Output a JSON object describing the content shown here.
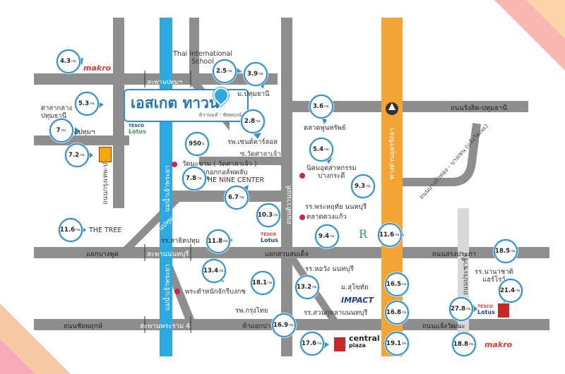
{
  "colors": {
    "road": "#8e8e8e",
    "river": "#2ea8e0",
    "expressway": "#f4a536",
    "pin_border": "#2e8fd0",
    "poi": "#d81b60",
    "accent_red": "#e53935"
  },
  "logo": {
    "title": "เอสเกต ทาวน์",
    "subtitle": "ติวานนท์ - ชัยพฤกษ์"
  },
  "roads": {
    "bridge_pathum": "สะพานปทุมฯ",
    "nonthaburi_pathum": "ถนนรังสิต-ปทุมธานี",
    "krungthep_pathum": "ถนนกรุงเทพ-ปทุม",
    "tiwanon": "ถนนติวานนท์",
    "chaengwattana_exp": "ทางด่วนอุดรรัถยา",
    "bangbuathong_bangkhen": "ถนนบางบัวทอง - บางเขน (แจ้งวัฒนะ)",
    "soi_wat_sala": "ซ.วัดศาลาเจ้า",
    "bridge_pathum2": "สะพานปทุมธานี 2",
    "bridge_nonthaburi": "สะพานนนทบุรี",
    "songprapa": "ถนนสรงประภา",
    "chaiyapruek": "ถนนชัยพฤกษ์",
    "bridge_rama4": "สะพานพระราม 4",
    "chaengwattana": "ถนนแจ้งวัฒนะ",
    "prachachuen": "ถนนประชาชื่น",
    "chao_phraya": "แม่น้ำเจ้าพระยา",
    "bang_phut_jct": "แยกบางพูด",
    "suan_somdet_jct": "แยกสวนสมเด็จ",
    "pak_kret_jct": "ห้าแยกปากเกร็ด"
  },
  "places": {
    "thai_intl_school": "Thai International School",
    "mor_pathum": "ม.ปทุมธานี",
    "provincial_court": "ศาลากลาง\nปทุมธานี",
    "rp_pathum": "รพ.ปทุมฯ",
    "talad_poonsap": "ตลาดพูนทรัพย์",
    "rp_central_cross": "รพ.เซนต์คาร์ลอส",
    "wat_maha": "วัดมะขาม ( วัดศาลาเจ้า )",
    "bangkok_golf": "บางกอกกอล์ฟคลับ",
    "nine_center": "THE NINE CENTER",
    "nikom": "นิคมอุตสาหกรรม\nบางกระดี",
    "school_phraharuthai": "รร.พระหฤทัย นนทบุรี",
    "talad_duangkaew": "ตลาดดวงแก้ว",
    "the_tree": "THE TREE",
    "school_satid": "รร.สาธิตปทุม",
    "school_hor_wang": "รร.หอวัง นนทบุรี",
    "mor_sukhothai": "ม.สุโขทัย",
    "palace": "พระตำหนักจักรีบงกช",
    "rp_krungthai": "รพ.กรุงไทย",
    "school_suan_kularb": "รร.สวนกุหลาบนนทบุรี",
    "school_hero": "รร.นานาชาติ\nแฮร์โรว์",
    "tesco": "TESCO",
    "lotus": "Lotus",
    "makro": "makro",
    "impact": "IMPACT",
    "central": "central",
    "plaza": "plaza"
  },
  "distances": [
    "4.3",
    "2.5",
    "3.9",
    "5.3",
    "7",
    "7.2",
    "950",
    "7.8",
    "2.8",
    "3.6",
    "5.4",
    "6.7",
    "9.3",
    "10.3",
    "11.6",
    "11.8",
    "9.4",
    "11.6",
    "13.4",
    "18.1",
    "13.2",
    "16.5",
    "16.8",
    "16.9",
    "17.6",
    "19.1",
    "18.5",
    "21.4",
    "27.8",
    "18.8"
  ],
  "units": {
    "km": "กม.",
    "m": "ม."
  }
}
